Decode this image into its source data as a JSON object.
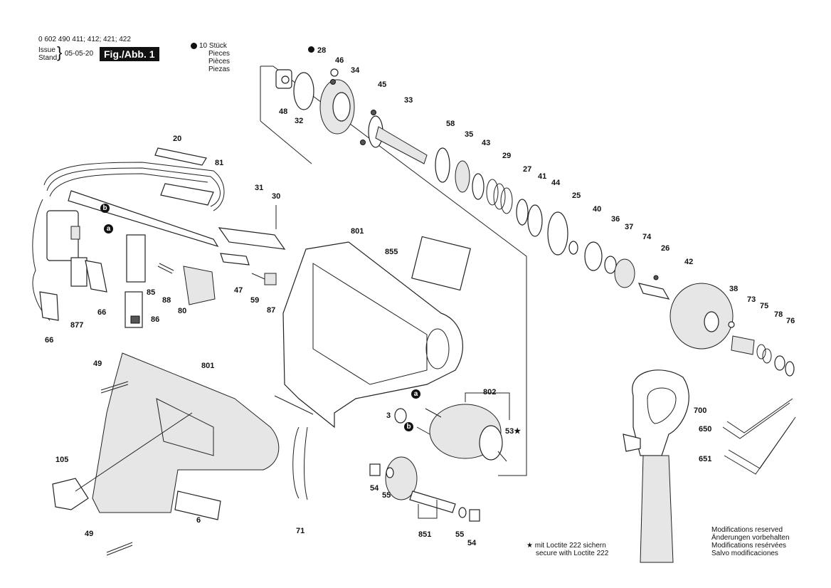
{
  "header": {
    "model_numbers": "0 602 490 411; 412; 421; 422",
    "issue_label": "Issue",
    "stand_label": "Stand",
    "date": "05-05-20",
    "figure": "Fig./Abb. 1"
  },
  "quantity_note": {
    "count_line": "10 Stück",
    "lines": [
      "Pieces",
      "Pièces",
      "Piezas"
    ]
  },
  "parts": [
    {
      "id": "p28",
      "label": "28"
    },
    {
      "id": "p46",
      "label": "46"
    },
    {
      "id": "p34",
      "label": "34"
    },
    {
      "id": "p45",
      "label": "45"
    },
    {
      "id": "p33",
      "label": "33"
    },
    {
      "id": "p48",
      "label": "48"
    },
    {
      "id": "p32",
      "label": "32"
    },
    {
      "id": "p58",
      "label": "58"
    },
    {
      "id": "p35",
      "label": "35"
    },
    {
      "id": "p43",
      "label": "43"
    },
    {
      "id": "p29",
      "label": "29"
    },
    {
      "id": "p27",
      "label": "27"
    },
    {
      "id": "p41",
      "label": "41"
    },
    {
      "id": "p44",
      "label": "44"
    },
    {
      "id": "p25",
      "label": "25"
    },
    {
      "id": "p40",
      "label": "40"
    },
    {
      "id": "p36",
      "label": "36"
    },
    {
      "id": "p37",
      "label": "37"
    },
    {
      "id": "p74",
      "label": "74"
    },
    {
      "id": "p26",
      "label": "26"
    },
    {
      "id": "p42",
      "label": "42"
    },
    {
      "id": "p38",
      "label": "38"
    },
    {
      "id": "p73",
      "label": "73"
    },
    {
      "id": "p75",
      "label": "75"
    },
    {
      "id": "p78",
      "label": "78"
    },
    {
      "id": "p76",
      "label": "76"
    },
    {
      "id": "p20",
      "label": "20"
    },
    {
      "id": "p81",
      "label": "81"
    },
    {
      "id": "p31",
      "label": "31"
    },
    {
      "id": "p30",
      "label": "30"
    },
    {
      "id": "p801a",
      "label": "801"
    },
    {
      "id": "p855",
      "label": "855"
    },
    {
      "id": "p85",
      "label": "85"
    },
    {
      "id": "p88",
      "label": "88"
    },
    {
      "id": "p80",
      "label": "80"
    },
    {
      "id": "p47",
      "label": "47"
    },
    {
      "id": "p59",
      "label": "59"
    },
    {
      "id": "p87",
      "label": "87"
    },
    {
      "id": "p86",
      "label": "86"
    },
    {
      "id": "p66a",
      "label": "66"
    },
    {
      "id": "p877",
      "label": "877"
    },
    {
      "id": "p66b",
      "label": "66"
    },
    {
      "id": "p49a",
      "label": "49"
    },
    {
      "id": "p801b",
      "label": "801"
    },
    {
      "id": "p105",
      "label": "105"
    },
    {
      "id": "p6",
      "label": "6"
    },
    {
      "id": "p49b",
      "label": "49"
    },
    {
      "id": "p71",
      "label": "71"
    },
    {
      "id": "p802",
      "label": "802"
    },
    {
      "id": "p3",
      "label": "3"
    },
    {
      "id": "p53",
      "label": "53★"
    },
    {
      "id": "p54a",
      "label": "54"
    },
    {
      "id": "p55a",
      "label": "55"
    },
    {
      "id": "p851",
      "label": "851"
    },
    {
      "id": "p55b",
      "label": "55"
    },
    {
      "id": "p54b",
      "label": "54"
    },
    {
      "id": "p700",
      "label": "700"
    },
    {
      "id": "p650",
      "label": "650"
    },
    {
      "id": "p651",
      "label": "651"
    }
  ],
  "connectors": {
    "a": "a",
    "b": "b"
  },
  "loctite_note": {
    "line1": "★ mit Loctite 222 sichern",
    "line2": "secure with Loctite 222"
  },
  "modifications": [
    "Modifications reserved",
    "Änderungen vorbehalten",
    "Modifications resérvées",
    "Salvo modificaciones"
  ]
}
